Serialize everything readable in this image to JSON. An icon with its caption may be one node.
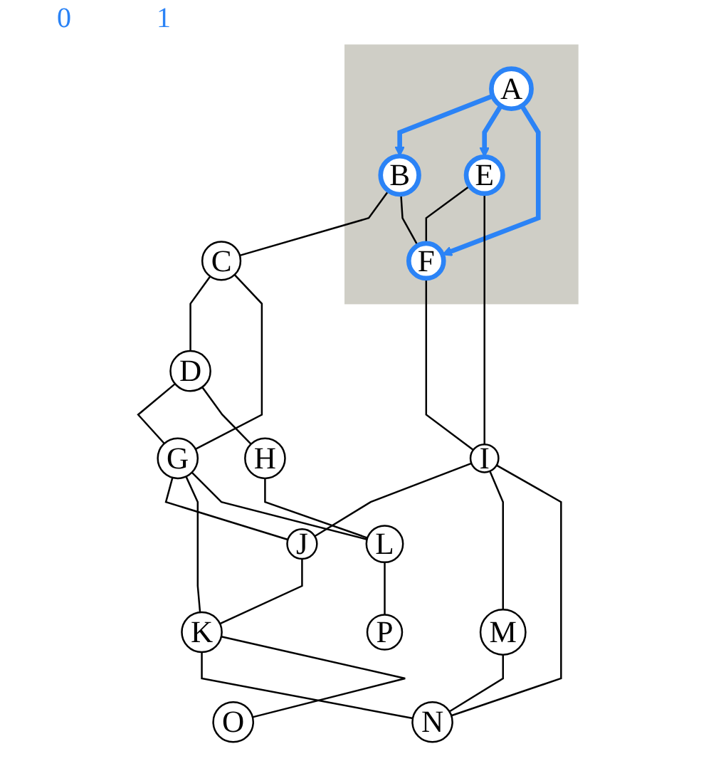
{
  "diagram": {
    "nodes": [
      {
        "text": [],
        "shape": "band"
      },
      {
        "text": [
          "A"
        ],
        "in": 0
      },
      {
        "text": [
          "B"
        ],
        "in": 0
      },
      {
        "text": [
          "C"
        ]
      },
      {
        "text": [
          "D"
        ]
      },
      {
        "text": [
          "E"
        ],
        "in": 0
      },
      {
        "text": [
          "F"
        ],
        "in": 0
      },
      {
        "text": [
          "G"
        ]
      },
      {
        "text": [
          "H"
        ]
      },
      {
        "text": [
          "I"
        ]
      },
      {
        "text": [
          "J"
        ]
      },
      {
        "text": [
          "K"
        ]
      },
      {
        "text": [
          "L"
        ]
      },
      {
        "text": [
          "M"
        ]
      },
      {
        "text": [
          "N"
        ]
      },
      {
        "text": [
          "O"
        ]
      },
      {
        "text": [
          "P"
        ]
      }
    ],
    "edges": [
      {
        "from": 1,
        "to": 2,
        "arrow": "to",
        "style": "thick",
        "color": "#2b83f6"
      },
      {
        "from": 1,
        "to": 5,
        "arrow": "to",
        "style": "thick",
        "color": "#2b83f6"
      },
      {
        "from": 1,
        "to": 6,
        "arrow": "to",
        "style": "thick",
        "color": "#2b83f6"
      },
      {
        "from": 2,
        "to": 3,
        "arrow": "none"
      },
      {
        "from": 3,
        "to": 4,
        "arrow": "none"
      },
      {
        "from": 2,
        "to": 6,
        "arrow": "none"
      },
      {
        "from": 3,
        "to": 7,
        "arrow": "none"
      },
      {
        "from": 4,
        "to": 7,
        "arrow": "none"
      },
      {
        "from": 4,
        "to": 8,
        "arrow": "none"
      },
      {
        "from": 5,
        "to": 6,
        "arrow": "none"
      },
      {
        "from": 5,
        "to": 9,
        "arrow": "none"
      },
      {
        "from": 6,
        "to": 9,
        "arrow": "none"
      },
      {
        "from": 7,
        "to": 10,
        "arrow": "none"
      },
      {
        "from": 7,
        "to": 11,
        "arrow": "none"
      },
      {
        "from": 7,
        "to": 12,
        "arrow": "none"
      },
      {
        "from": 8,
        "to": 12,
        "arrow": "none"
      },
      {
        "from": 9,
        "to": 10,
        "arrow": "none"
      },
      {
        "from": 10,
        "to": 11,
        "arrow": "none"
      },
      {
        "from": 9,
        "to": 13,
        "arrow": "none"
      },
      {
        "from": 9,
        "to": 14,
        "arrow": "none"
      },
      {
        "from": 13,
        "to": 14,
        "arrow": "none"
      },
      {
        "from": 11,
        "to": 14,
        "arrow": "none"
      },
      {
        "from": 11,
        "to": 15,
        "arrow": "none"
      },
      {
        "from": 12,
        "to": 16,
        "arrow": "none"
      }
    ],
    "labels": [
      "0",
      "1"
    ]
  }
}
